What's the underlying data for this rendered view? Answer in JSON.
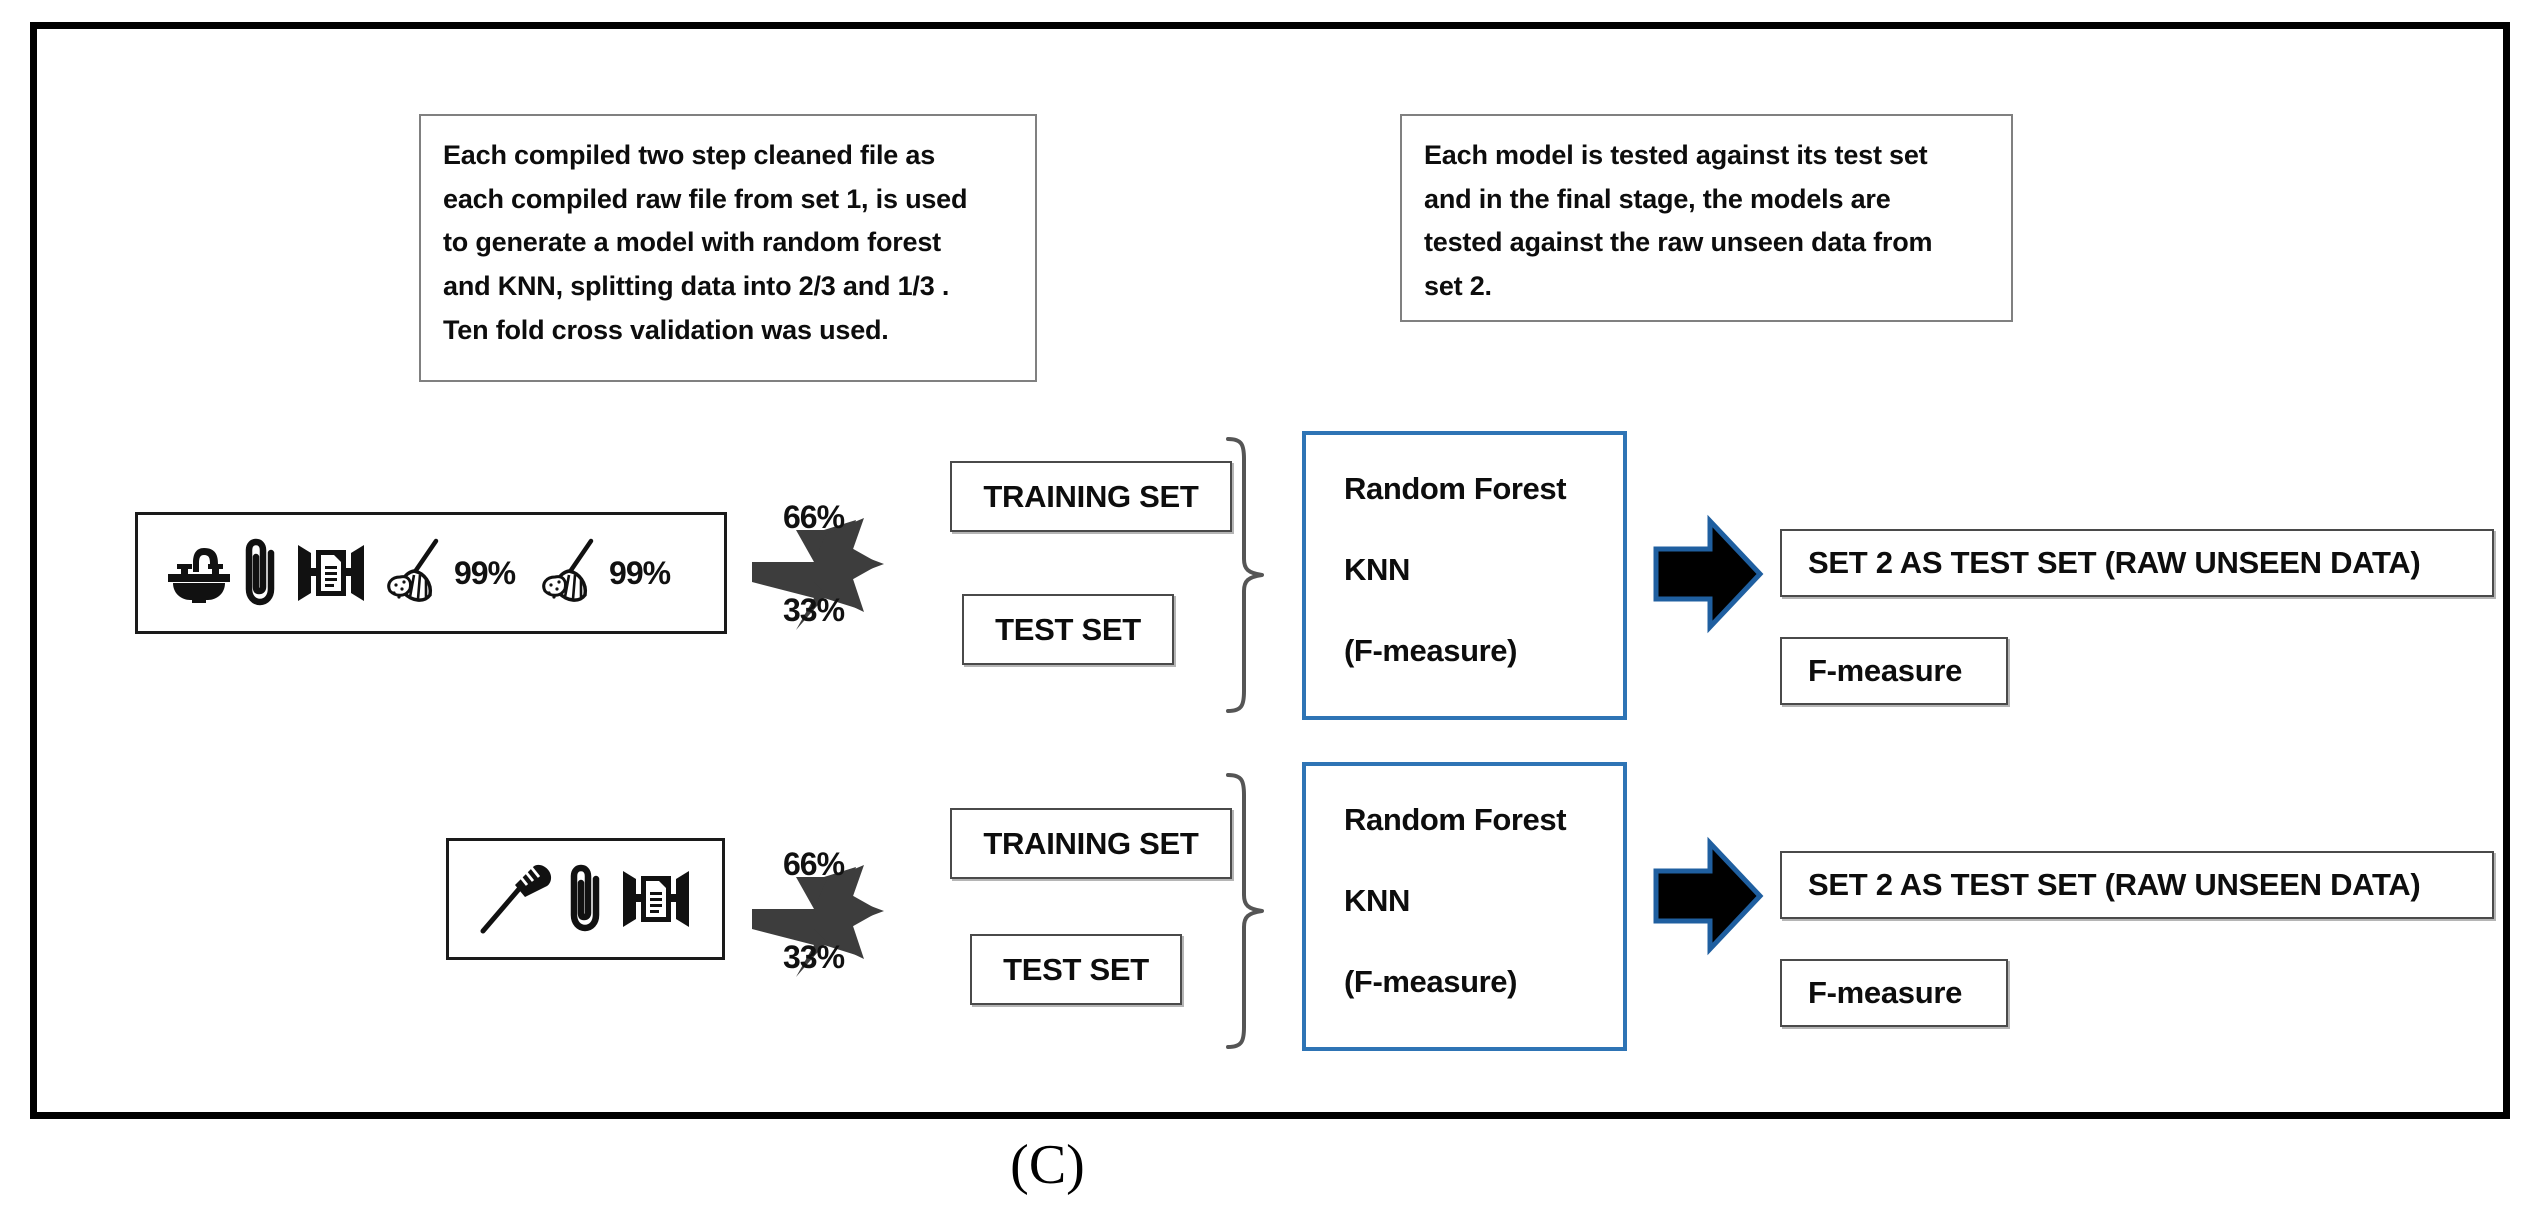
{
  "figure": {
    "caption": "(C)"
  },
  "notes": [
    {
      "id": "note-1",
      "lines": [
        "Each compiled two step cleaned file as",
        "each compiled raw file from set 1, is used",
        "to generate a model with random forest",
        "and KNN, splitting data into 2/3 and 1/3 .",
        "Ten fold cross validation was used."
      ]
    },
    {
      "id": "note-2",
      "lines": [
        "Each model is tested against its test set",
        "and in the final stage, the models are",
        "tested against the raw unseen data from",
        "set 2."
      ]
    }
  ],
  "pipelines": [
    {
      "id": "pipeline-1",
      "source": {
        "icons": [
          "sink-icon",
          "paperclip-icon",
          "scanner-document-icon",
          "broom-icon",
          "broom-icon"
        ],
        "percent_1": "99%",
        "percent_2": "99%"
      },
      "split": {
        "training_percent": "66%",
        "test_percent": "33%",
        "training_label": "TRAINING SET",
        "test_label": "TEST SET"
      },
      "model": {
        "lines": [
          "Random Forest",
          "KNN",
          "(F-measure)"
        ]
      },
      "results": {
        "primary": "SET 2 AS TEST SET (RAW UNSEEN DATA)",
        "secondary": "F-measure"
      }
    },
    {
      "id": "pipeline-2",
      "source": {
        "icons": [
          "brush-icon",
          "paperclip-icon",
          "scanner-document-icon"
        ]
      },
      "split": {
        "training_percent": "66%",
        "test_percent": "33%",
        "training_label": "TRAINING SET",
        "test_label": "TEST SET"
      },
      "model": {
        "lines": [
          "Random Forest",
          "KNN",
          "(F-measure)"
        ]
      },
      "results": {
        "primary": "SET 2 AS TEST SET (RAW UNSEEN DATA)",
        "secondary": "F-measure"
      }
    }
  ],
  "colors": {
    "frame_border": "#000000",
    "model_border": "#2e74b5",
    "fork_arrow": "#3d3d3d",
    "block_arrow_fill": "#000000",
    "block_arrow_outline": "#1f5fa0",
    "box_border": "#4a4a4a",
    "note_border": "#808080",
    "text": "#0d0d0d"
  }
}
